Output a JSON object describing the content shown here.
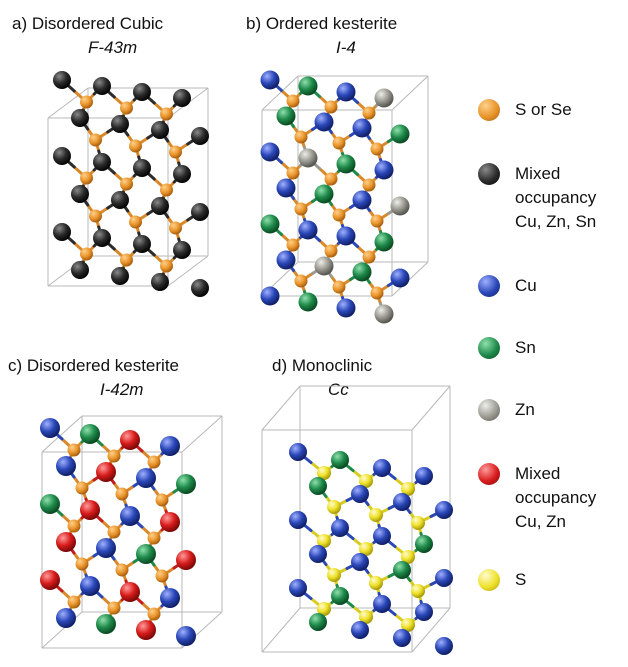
{
  "panels": [
    {
      "id": "a",
      "title": "a) Disordered Cubic",
      "subtitle": "F-43m"
    },
    {
      "id": "b",
      "title": "b) Ordered kesterite",
      "subtitle": "I-4"
    },
    {
      "id": "c",
      "title": "c) Disordered kesterite",
      "subtitle": "I-42m"
    },
    {
      "id": "d",
      "title": "d) Monoclinic",
      "subtitle": "Cc"
    }
  ],
  "legend": [
    {
      "label": "S or Se",
      "color": "#e8942a"
    },
    {
      "label": "Mixed\noccupancy\nCu, Zn, Sn",
      "color": "#2b2b2b"
    },
    {
      "label": "Cu",
      "color": "#2a47b8"
    },
    {
      "label": "Sn",
      "color": "#1e8a4a"
    },
    {
      "label": "Zn",
      "color": "#9a9a92"
    },
    {
      "label": "Mixed\noccupancy\nCu, Zn",
      "color": "#d81c1c"
    },
    {
      "label": "S",
      "color": "#efe22a"
    }
  ]
}
